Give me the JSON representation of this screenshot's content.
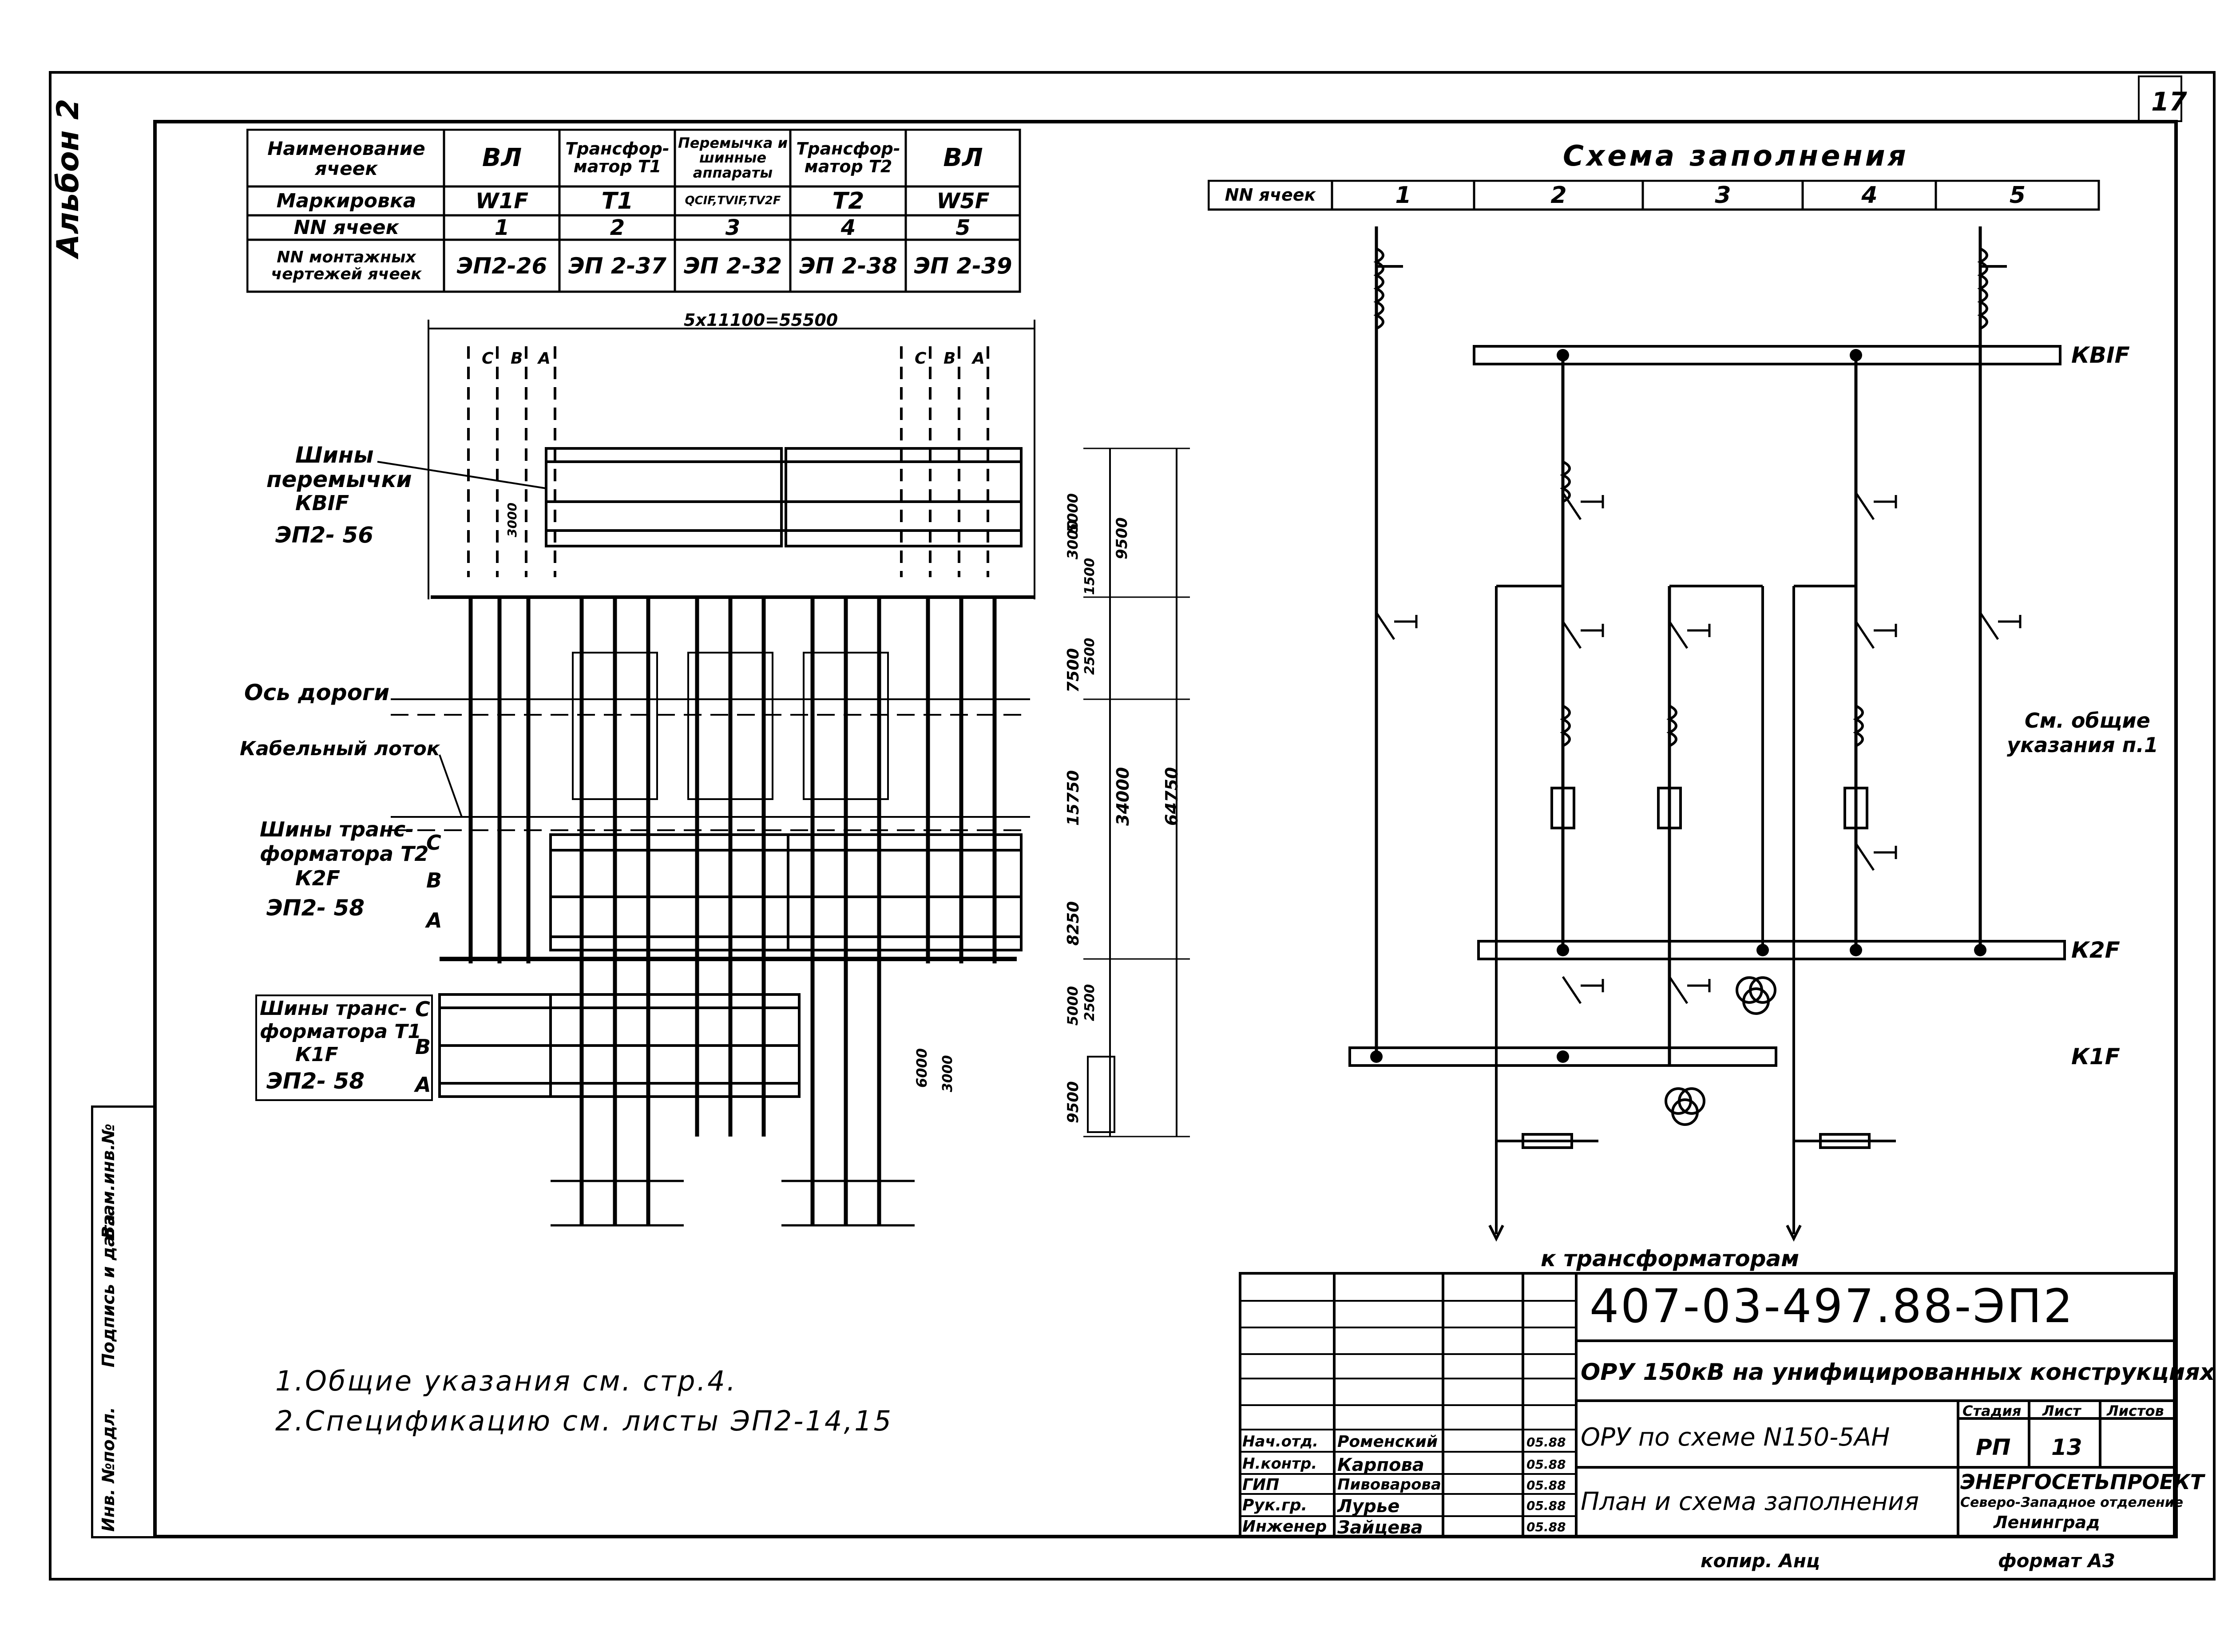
{
  "sheet_number": "17",
  "album_label": "Альбон 2",
  "cells_table": {
    "row_headers": [
      "Наименование ячеек",
      "Маркировка",
      "NN ячеек",
      "NN монтажных чертежей ячеек"
    ],
    "columns": [
      {
        "name": "ВЛ",
        "mark": "W1F",
        "num": "1",
        "drawing": "ЭП2-26"
      },
      {
        "name": "Трансфор-матор Т1",
        "mark": "Т1",
        "num": "2",
        "drawing": "ЭП 2-37"
      },
      {
        "name": "Перемычка и шинные аппараты",
        "mark": "QCIF,TVIF,TV2F",
        "num": "3",
        "drawing": "ЭП 2-32"
      },
      {
        "name": "Трансфор-матор Т2",
        "mark": "Т2",
        "num": "4",
        "drawing": "ЭП 2-38"
      },
      {
        "name": "ВЛ",
        "mark": "W5F",
        "num": "5",
        "drawing": "ЭП 2-39"
      }
    ]
  },
  "plan": {
    "width_dim": "5х11100=55500",
    "phase_labels": [
      "С",
      "В",
      "А"
    ],
    "bus_kb1f": [
      "Шины",
      "перемычки",
      "КВIF",
      "ЭП2- 56"
    ],
    "bus_t2": [
      "Шины транс-",
      "форматора Т2",
      "К2F",
      "ЭП2- 58"
    ],
    "bus_t1": [
      "Шины транс-",
      "форматора Т1",
      "К1F",
      "ЭП2- 58"
    ],
    "road_axis": "Ось дороги",
    "cable_tray": "Кабельный лоток",
    "dims_right": [
      "3000",
      "5000",
      "9500",
      "1500",
      "7500",
      "2500",
      "15750",
      "34000",
      "64750",
      "8250",
      "5000",
      "2500",
      "9500"
    ],
    "dims_inner": [
      "3000",
      "6000",
      "3000"
    ]
  },
  "scheme": {
    "title": "Схема заполнения",
    "header_label": "NN ячеек",
    "cells": [
      "1",
      "2",
      "3",
      "4",
      "5"
    ],
    "bus_labels": [
      "КВIF",
      "К2F",
      "К1F"
    ],
    "note": [
      "См. общие",
      "указания п.1"
    ],
    "to_transformers": "к трансформаторам"
  },
  "notes": [
    "1.Общие указания см. стр.4.",
    "2.Спецификацию см. листы ЭП2-14,15"
  ],
  "side_stamp": [
    "Инв. №подл.",
    "Подпись и дата",
    "Взам.инв.№"
  ],
  "title_block": {
    "code": "407-03-497.88-ЭП2",
    "project": "ОРУ 150кВ на унифицированных конструкциях",
    "scheme_name": "ОРУ по схеме N150-5АН",
    "sheet_title": "План и схема заполнения",
    "stage_label": "Стадия",
    "sheet_label": "Лист",
    "sheets_label": "Листов",
    "stage": "РП",
    "sheet": "13",
    "sheets": "",
    "org": [
      "ЭНЕРГОСЕТЬПРОЕКТ",
      "Северо-Западное отделение",
      "Ленинград"
    ],
    "signers": [
      {
        "role": "Нач.отд.",
        "name": "Роменский",
        "date": "05.88"
      },
      {
        "role": "Н.контр.",
        "name": "Карпова",
        "date": "05.88"
      },
      {
        "role": "ГИП",
        "name": "Пивоварова",
        "date": "05.88"
      },
      {
        "role": "Рук.гр.",
        "name": "Лурье",
        "date": "05.88"
      },
      {
        "role": "Инженер",
        "name": "Зайцева",
        "date": "05.88"
      }
    ]
  },
  "footer": {
    "copied": "копир. Анц",
    "format": "формат А3"
  }
}
